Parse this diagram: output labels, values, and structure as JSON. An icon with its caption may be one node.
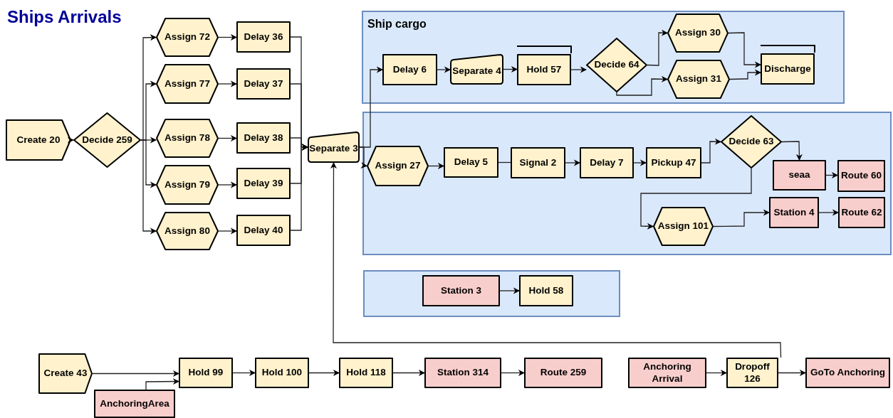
{
  "diagram": {
    "title": "Ships Arrivals",
    "nodes": [
      {
        "text": [
          "Create 20"
        ]
      },
      {
        "text": [
          "Decide 259"
        ]
      },
      {
        "text": [
          "Assign 72"
        ]
      },
      {
        "text": [
          "Delay 36"
        ]
      },
      {
        "text": [
          "Assign 77"
        ]
      },
      {
        "text": [
          "Delay 37"
        ]
      },
      {
        "text": [
          "Assign 78"
        ]
      },
      {
        "text": [
          "Delay 38"
        ]
      },
      {
        "text": [
          "Assign 79"
        ]
      },
      {
        "text": [
          "Delay 39"
        ]
      },
      {
        "text": [
          "Assign 80"
        ]
      },
      {
        "text": [
          "Delay 40"
        ]
      },
      {
        "text": [
          "Separate 3"
        ]
      },
      {
        "text": [
          "Ship cargo"
        ]
      },
      {
        "text": [
          "Delay 6"
        ],
        "in": 13
      },
      {
        "text": [
          "Separate 4"
        ],
        "in": 13
      },
      {
        "text": [
          "Hold 57"
        ],
        "in": 13
      },
      {
        "text": [
          "Decide 64"
        ],
        "in": 13
      },
      {
        "text": [
          "Assign 30"
        ],
        "in": 13
      },
      {
        "text": [
          "Assign 31"
        ],
        "in": 13
      },
      {
        "text": [
          "Discharge"
        ],
        "in": 13
      },
      {
        "text": [],
        "shape": "box"
      },
      {
        "text": [
          "Assign 27"
        ],
        "in": 21
      },
      {
        "text": [
          "Delay 5"
        ],
        "in": 21
      },
      {
        "text": [
          "Signal 2"
        ],
        "in": 21
      },
      {
        "text": [
          "Delay 7"
        ],
        "in": 21
      },
      {
        "text": [
          "Pickup 47"
        ],
        "in": 21
      },
      {
        "text": [
          "Decide 63"
        ],
        "in": 21
      },
      {
        "text": [
          "seaa"
        ],
        "in": 21
      },
      {
        "text": [
          "Route 60"
        ],
        "in": 21
      },
      {
        "text": [
          "Station 4"
        ],
        "in": 21
      },
      {
        "text": [
          "Route 62"
        ],
        "in": 21
      },
      {
        "text": [
          "Assign 101"
        ],
        "in": 21
      },
      {
        "text": [],
        "shape": "box"
      },
      {
        "text": [
          "Station 3"
        ],
        "in": 33
      },
      {
        "text": [
          "Hold 58"
        ],
        "in": 33
      },
      {
        "text": [
          "Create 43"
        ]
      },
      {
        "text": [
          "AnchoringArea"
        ]
      },
      {
        "text": [
          "Hold 99"
        ]
      },
      {
        "text": [
          "Hold 100"
        ]
      },
      {
        "text": [
          "Hold 118"
        ]
      },
      {
        "text": [
          "Station 314"
        ]
      },
      {
        "text": [
          "Route 259"
        ]
      },
      {
        "text": [
          "Anchoring Arrival"
        ]
      },
      {
        "text": [
          "Dropoff 126"
        ]
      },
      {
        "text": [
          "GoTo Anchoring"
        ]
      }
    ],
    "edges": [
      {
        "from": 0,
        "to": 1,
        "arrow": "to"
      },
      {
        "from": 1,
        "to": 2,
        "arrow": "to"
      },
      {
        "from": 1,
        "to": 4,
        "arrow": "to"
      },
      {
        "from": 1,
        "to": 6,
        "arrow": "to"
      },
      {
        "from": 1,
        "to": 8,
        "arrow": "to"
      },
      {
        "from": 1,
        "to": 10,
        "arrow": "to"
      },
      {
        "from": 2,
        "to": 3,
        "arrow": "to"
      },
      {
        "from": 4,
        "to": 5,
        "arrow": "to"
      },
      {
        "from": 6,
        "to": 7,
        "arrow": "to"
      },
      {
        "from": 8,
        "to": 9,
        "arrow": "to"
      },
      {
        "from": 10,
        "to": 11,
        "arrow": "to"
      },
      {
        "from": 3,
        "to": 12,
        "arrow": "to"
      },
      {
        "from": 5,
        "to": 12,
        "arrow": "to"
      },
      {
        "from": 7,
        "to": 12,
        "arrow": "to"
      },
      {
        "from": 9,
        "to": 12,
        "arrow": "to"
      },
      {
        "from": 11,
        "to": 12,
        "arrow": "to"
      },
      {
        "from": 12,
        "to": 14,
        "arrow": "to"
      },
      {
        "from": 12,
        "to": 22,
        "arrow": "to"
      },
      {
        "from": 14,
        "to": 15,
        "arrow": "to"
      },
      {
        "from": 15,
        "to": 16,
        "arrow": "to"
      },
      {
        "from": 16,
        "to": 17,
        "arrow": "to"
      },
      {
        "from": 17,
        "to": 18,
        "arrow": "to"
      },
      {
        "from": 17,
        "to": 19,
        "arrow": "to"
      },
      {
        "from": 18,
        "to": 20,
        "arrow": "to"
      },
      {
        "from": 19,
        "to": 20,
        "arrow": "to"
      },
      {
        "from": 22,
        "to": 23,
        "arrow": "to"
      },
      {
        "from": 23,
        "to": 24,
        "arrow": "none"
      },
      {
        "from": 24,
        "to": 25,
        "arrow": "to"
      },
      {
        "from": 25,
        "to": 26,
        "arrow": "to"
      },
      {
        "from": 26,
        "to": 27,
        "arrow": "to"
      },
      {
        "from": 27,
        "to": 28,
        "arrow": "to"
      },
      {
        "from": 27,
        "to": 32,
        "arrow": "to"
      },
      {
        "from": 28,
        "to": 29,
        "arrow": "to"
      },
      {
        "from": 32,
        "to": 30,
        "arrow": "to"
      },
      {
        "from": 30,
        "to": 31,
        "arrow": "to"
      },
      {
        "from": 34,
        "to": 35,
        "arrow": "to"
      },
      {
        "from": 36,
        "to": 38,
        "arrow": "to"
      },
      {
        "from": 37,
        "to": 38,
        "arrow": "to"
      },
      {
        "from": 38,
        "to": 39,
        "arrow": "to"
      },
      {
        "from": 39,
        "to": 40,
        "arrow": "to"
      },
      {
        "from": 40,
        "to": 41,
        "arrow": "to"
      },
      {
        "from": 41,
        "to": 42,
        "arrow": "to"
      },
      {
        "from": 43,
        "to": 44,
        "arrow": "to"
      },
      {
        "from": 44,
        "to": 45,
        "arrow": "to"
      },
      {
        "from": 44,
        "to": 12,
        "arrow": "to"
      }
    ]
  }
}
